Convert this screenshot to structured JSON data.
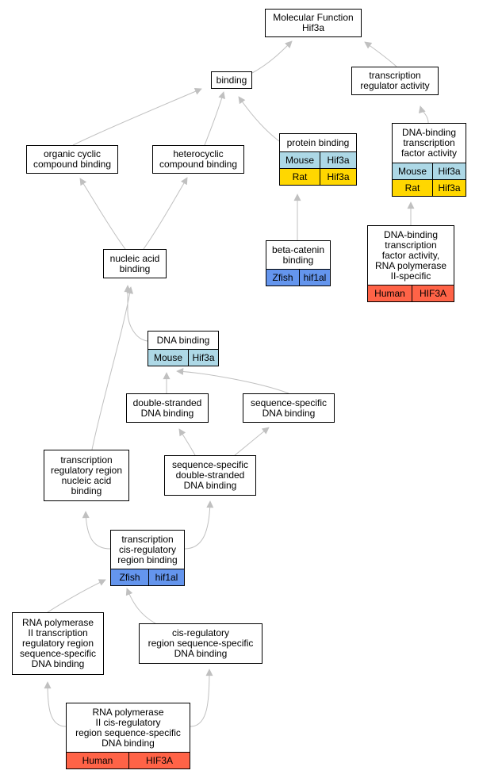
{
  "colors": {
    "edge": "#c0c0c0",
    "Mouse": "#add8e6",
    "Rat": "#ffd700",
    "Zfish": "#6495ed",
    "Human": "#ff6347"
  },
  "nodes": {
    "mf": {
      "label": "Molecular Function\nHif3a",
      "rows": []
    },
    "binding": {
      "label": "binding",
      "rows": []
    },
    "trreg": {
      "label": "transcription\nregulator activity",
      "rows": []
    },
    "org": {
      "label": "organic cyclic\ncompound binding",
      "rows": []
    },
    "het": {
      "label": "heterocyclic\ncompound binding",
      "rows": []
    },
    "prot": {
      "label": "protein binding",
      "rows": [
        [
          "Mouse",
          "Hif3a"
        ],
        [
          "Rat",
          "Hif3a"
        ]
      ]
    },
    "dbtf": {
      "label": "DNA-binding\ntranscription\nfactor activity",
      "rows": [
        [
          "Mouse",
          "Hif3a"
        ],
        [
          "Rat",
          "Hif3a"
        ]
      ]
    },
    "bcat": {
      "label": "beta-catenin\nbinding",
      "rows": [
        [
          "Zfish",
          "hif1al"
        ]
      ]
    },
    "dbtf2": {
      "label": "DNA-binding\ntranscription\nfactor activity,\nRNA polymerase\nII-specific",
      "rows": [
        [
          "Human",
          "HIF3A"
        ]
      ]
    },
    "nab": {
      "label": "nucleic acid\nbinding",
      "rows": []
    },
    "dnab": {
      "label": "DNA binding",
      "rows": [
        [
          "Mouse",
          "Hif3a"
        ]
      ]
    },
    "dsdna": {
      "label": "double-stranded\nDNA binding",
      "rows": []
    },
    "ssdna": {
      "label": "sequence-specific\nDNA binding",
      "rows": []
    },
    "trrnab": {
      "label": "transcription\nregulatory region\nnucleic acid\nbinding",
      "rows": []
    },
    "ssds": {
      "label": "sequence-specific\ndouble-stranded\nDNA binding",
      "rows": []
    },
    "tcis": {
      "label": "transcription\ncis-regulatory\nregion binding",
      "rows": [
        [
          "Zfish",
          "hif1al"
        ]
      ]
    },
    "rnap": {
      "label": "RNA polymerase\nII transcription\nregulatory region\nsequence-specific\nDNA binding",
      "rows": []
    },
    "cisreg": {
      "label": "cis-regulatory\nregion sequence-specific\nDNA binding",
      "rows": []
    },
    "rnapcis": {
      "label": "RNA polymerase\nII cis-regulatory\nregion sequence-specific\nDNA binding",
      "rows": [
        [
          "Human",
          "HIF3A"
        ]
      ]
    }
  }
}
